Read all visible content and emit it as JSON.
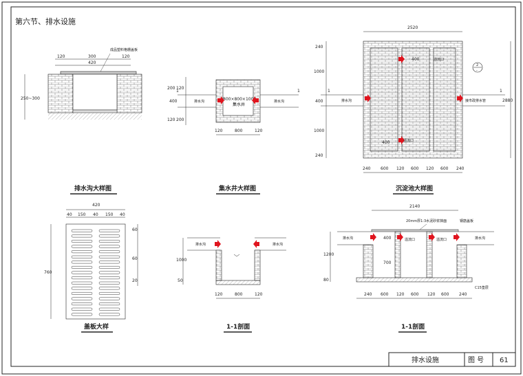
{
  "section_title": "第六节、排水设施",
  "title_block": {
    "name": "排水设施",
    "drawing_no_label": "图 号",
    "drawing_no": "61"
  },
  "ditch_detail": {
    "title": "排水沟大样图",
    "cover_label": "成品塑料格栅盖板",
    "dim_top": [
      "120",
      "300",
      "120"
    ],
    "dim_total": "420",
    "dim_height": "250~300"
  },
  "sump_detail": {
    "title": "集水井大样图",
    "well_size": "800×800×1000",
    "well_label": "集水井",
    "pipe_label": "排水沟",
    "section_mark": "1",
    "dim_left": [
      "200",
      "120",
      "400",
      "120",
      "200"
    ],
    "dim_bottom": [
      "120",
      "800",
      "120"
    ]
  },
  "tank_detail": {
    "title": "沉淀池大样图",
    "dim_top": "2520",
    "dim_right": "2880",
    "dim_left": [
      "240",
      "1000",
      "400",
      "1000",
      "240"
    ],
    "dim_bottom": [
      "240",
      "600",
      "120",
      "600",
      "120",
      "600",
      "240"
    ],
    "inner_dim": "400",
    "overflow_label": "溢流口",
    "inlet_label": "排水沟",
    "outlet_label": "接市政排水管",
    "section_mark": "1",
    "index_top": "2",
    "index_bottom": "-"
  },
  "cover_detail": {
    "title": "盖板大样",
    "dim_total": "420",
    "dim_top": [
      "40",
      "150",
      "40",
      "150",
      "40"
    ],
    "dim_height": "760",
    "dim_right": [
      "60",
      "60",
      "20"
    ]
  },
  "sump_section": {
    "title": "1-1剖面",
    "pipe_label": "排水沟",
    "dim_left": [
      "1000",
      "50"
    ],
    "dim_bottom": [
      "120",
      "800",
      "120"
    ]
  },
  "tank_section": {
    "title": "1-1剖面",
    "dim_top": "2140",
    "plaster_label": "20mm厚1:3水泥砂浆抹面",
    "grate_label": "钢筋盖板",
    "pipe_label": "排水沟",
    "overflow_label": "溢流口",
    "dim_inner": [
      "400",
      "700"
    ],
    "dim_left": [
      "1200",
      "80"
    ],
    "base_label": "C15垫层",
    "dim_bottom": [
      "240",
      "600",
      "120",
      "600",
      "120",
      "600",
      "240"
    ]
  },
  "colors": {
    "line": "#222222",
    "arrow": "#e0141e",
    "hatch": "#999999"
  }
}
